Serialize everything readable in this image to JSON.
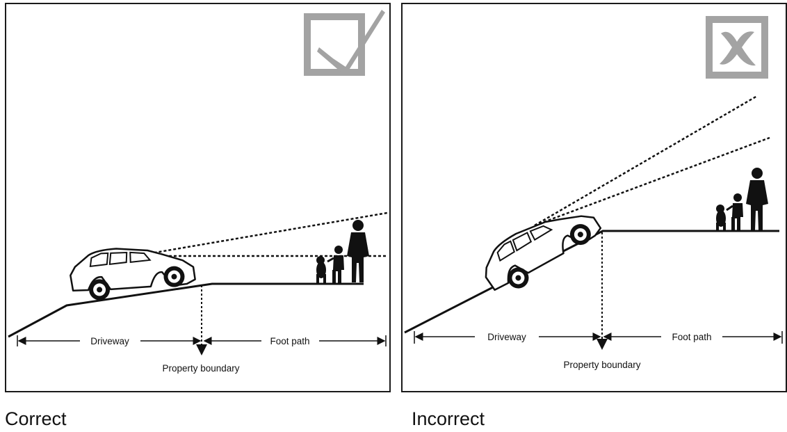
{
  "panels": [
    {
      "caption": "Correct",
      "badge": "checkmark-icon",
      "labels": {
        "driveway": "Driveway",
        "footpath": "Foot path",
        "boundary": "Property boundary"
      }
    },
    {
      "caption": "Incorrect",
      "badge": "cross-icon",
      "labels": {
        "driveway": "Driveway",
        "footpath": "Foot path",
        "boundary": "Property boundary"
      }
    }
  ],
  "colors": {
    "line": "#111111",
    "badge": "#a3a3a3"
  }
}
